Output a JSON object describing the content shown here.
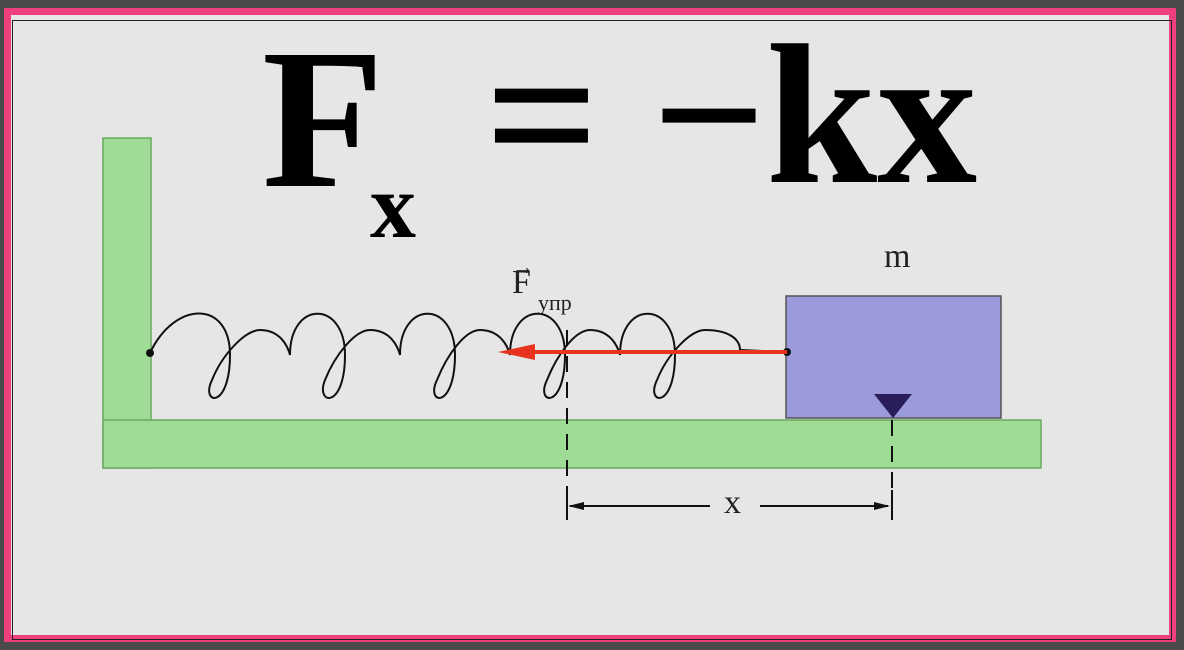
{
  "formula": {
    "lhs_symbol": "F",
    "lhs_subscript": "x",
    "equals": "=",
    "rhs": "−kx"
  },
  "labels": {
    "mass": "m",
    "force_symbol": "F",
    "force_subscript": "упр",
    "force_vector_mark": "→",
    "displacement": "x"
  },
  "colors": {
    "border": "#ee3f7e",
    "panel": "#e6e6e6",
    "wall_floor": "#9fdc96",
    "block": "#9b9bdc",
    "force_arrow": "#e8331e",
    "spring": "#111111"
  }
}
